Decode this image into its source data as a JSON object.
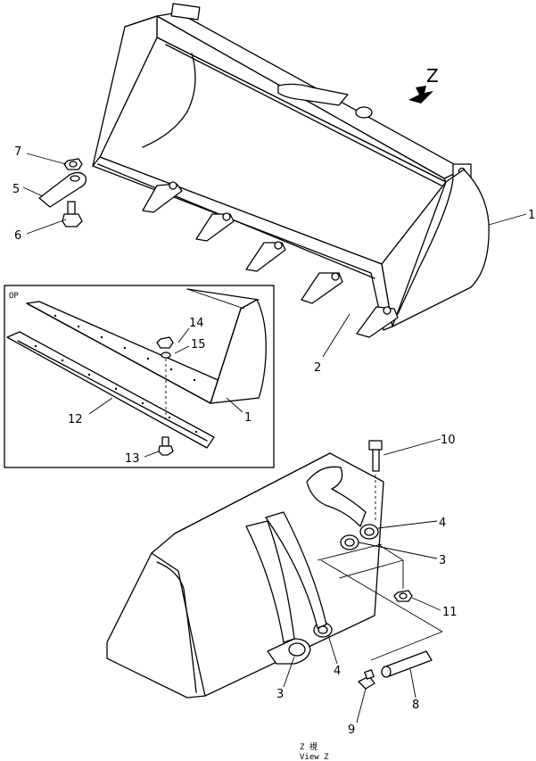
{
  "view_marker": "Z",
  "caption": {
    "line1": "Z 視",
    "line2": "View Z"
  },
  "inset_label": "OP",
  "callouts": {
    "p1_main": "1",
    "p2": "2",
    "p5": "5",
    "p6": "6",
    "p7": "7",
    "p1_inset": "1",
    "p12": "12",
    "p13": "13",
    "p14": "14",
    "p15": "15",
    "p10": "10",
    "p4_top": "4",
    "p3_top": "3",
    "p11": "11",
    "p4_bottom": "4",
    "p3_bottom": "3",
    "p8": "8",
    "p9": "9"
  }
}
